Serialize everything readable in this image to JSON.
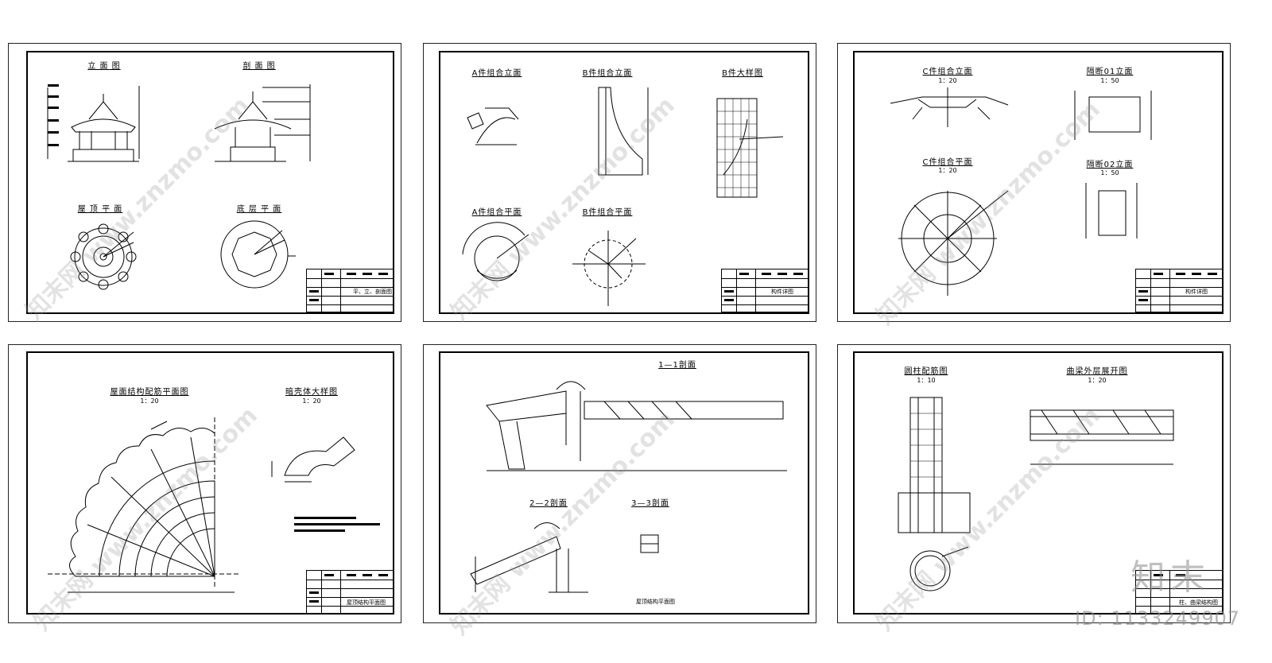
{
  "sheets": [
    {
      "views": [
        "立 面 图",
        "剖 面 图",
        "屋 顶 平 面",
        "底 层 平 面"
      ],
      "title_block_name": "平、立、剖面图"
    },
    {
      "views": [
        "A件组合立面",
        "B件组合立面",
        "B件大样图",
        "A件组合平面",
        "B件组合平面"
      ],
      "title_block_name": "构件详图"
    },
    {
      "views": [
        "C件组合立面",
        "隔断01立面",
        "C件组合平面",
        "隔断02立面"
      ],
      "scales": [
        "1：20",
        "1：50",
        "1：20",
        "1：50"
      ],
      "title_block_name": "构件详图"
    },
    {
      "views": [
        "屋面结构配筋平面图",
        "暗壳体大样图"
      ],
      "scales": [
        "1：20",
        "1：20"
      ],
      "title_block_name": "屋顶结构平面图"
    },
    {
      "views": [
        "1—1剖面",
        "2—2剖面",
        "3—3剖面"
      ],
      "title_block_name": "屋顶结构平面图"
    },
    {
      "views": [
        "圆柱配筋图",
        "曲梁外层展开图"
      ],
      "scales": [
        "1：10",
        "1：20"
      ],
      "title_block_name": "柱、曲梁结构图"
    }
  ],
  "watermark": {
    "text": "知末网 www.znzmo.com",
    "brand": "知末",
    "image_id": "ID: 1133249907"
  }
}
